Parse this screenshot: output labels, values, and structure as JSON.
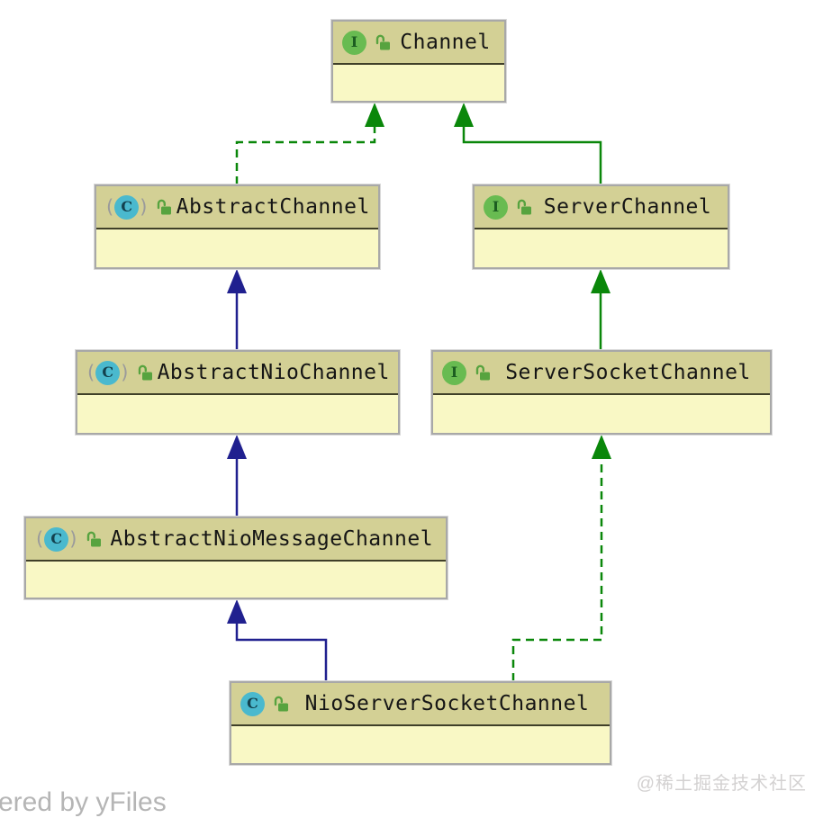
{
  "diagram": {
    "kind": "uml-class-hierarchy",
    "nodes": {
      "channel": {
        "label": "Channel",
        "kind": "interface",
        "badge": "I",
        "visibility": "public"
      },
      "abstract_channel": {
        "label": "AbstractChannel",
        "kind": "abstract-class",
        "badge": "C",
        "visibility": "public"
      },
      "server_channel": {
        "label": "ServerChannel",
        "kind": "interface",
        "badge": "I",
        "visibility": "public"
      },
      "abstract_nio_channel": {
        "label": "AbstractNioChannel",
        "kind": "abstract-class",
        "badge": "C",
        "visibility": "public"
      },
      "server_socket_channel": {
        "label": "ServerSocketChannel",
        "kind": "interface",
        "badge": "I",
        "visibility": "public"
      },
      "abstract_nio_message_channel": {
        "label": "AbstractNioMessageChannel",
        "kind": "abstract-class",
        "badge": "C",
        "visibility": "public"
      },
      "nio_server_socket_channel": {
        "label": "NioServerSocketChannel",
        "kind": "class",
        "badge": "C",
        "visibility": "public"
      }
    },
    "edges": [
      {
        "from": "AbstractChannel",
        "to": "Channel",
        "type": "implements",
        "style": "dashed",
        "color": "#0a870a"
      },
      {
        "from": "ServerChannel",
        "to": "Channel",
        "type": "extends",
        "style": "solid",
        "color": "#0a870a"
      },
      {
        "from": "AbstractNioChannel",
        "to": "AbstractChannel",
        "type": "extends",
        "style": "solid",
        "color": "#20208f"
      },
      {
        "from": "ServerSocketChannel",
        "to": "ServerChannel",
        "type": "extends",
        "style": "solid",
        "color": "#0a870a"
      },
      {
        "from": "AbstractNioMessageChannel",
        "to": "AbstractNioChannel",
        "type": "extends",
        "style": "solid",
        "color": "#20208f"
      },
      {
        "from": "NioServerSocketChannel",
        "to": "AbstractNioMessageChannel",
        "type": "extends",
        "style": "solid",
        "color": "#20208f"
      },
      {
        "from": "NioServerSocketChannel",
        "to": "ServerSocketChannel",
        "type": "implements",
        "style": "dashed",
        "color": "#0a870a"
      }
    ],
    "colors": {
      "header_fill": "#d3d095",
      "body_fill": "#f9f8c5",
      "node_border": "#a8a8a8",
      "separator": "#3f3f28",
      "green_edge": "#0a870a",
      "navy_edge": "#20208f",
      "interface_badge": "#68bb51",
      "class_badge": "#4ab9ce",
      "lock_icon": "#57a33f"
    }
  },
  "watermark": {
    "community": "@稀土掘金技术社区",
    "powered_by": "ered by yFiles"
  }
}
